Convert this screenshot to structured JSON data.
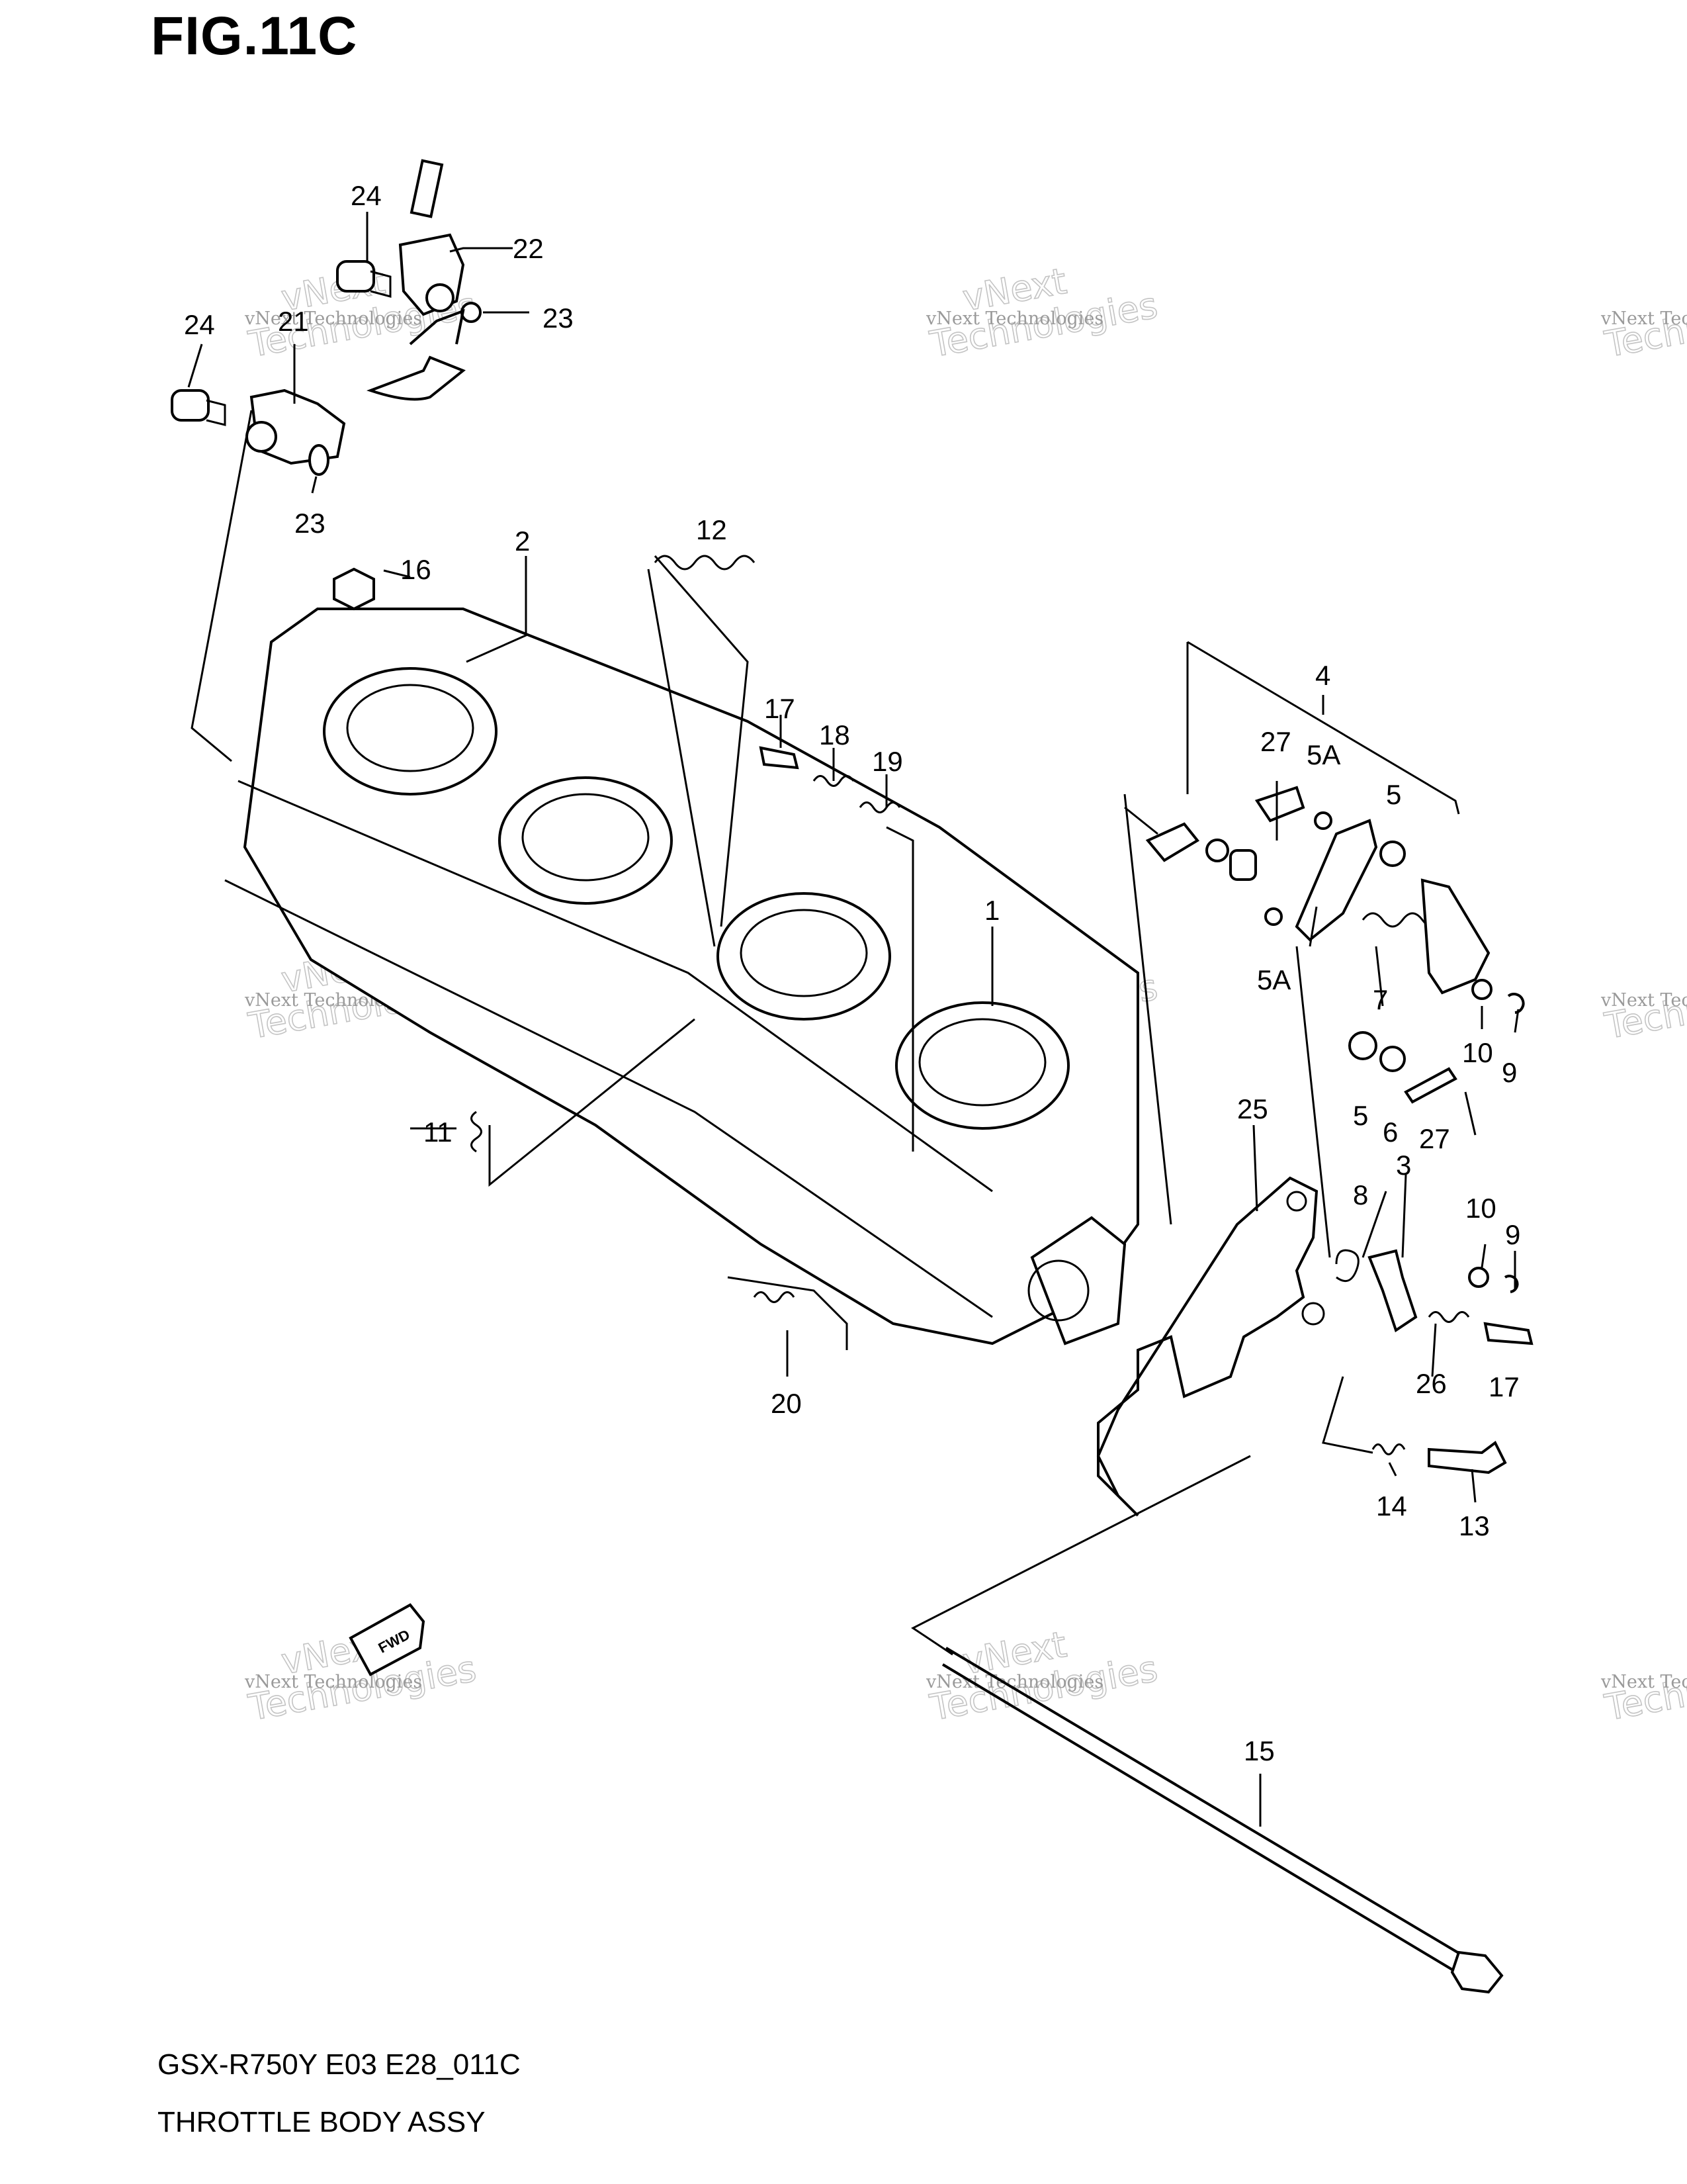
{
  "figure": {
    "title": "FIG.11C",
    "model_code": "GSX-R750Y E03 E28_011C",
    "assembly_name": "THROTTLE BODY ASSY",
    "fwd_label": "FWD"
  },
  "callouts": [
    {
      "id": "c1",
      "label": "1"
    },
    {
      "id": "c2",
      "label": "2"
    },
    {
      "id": "c3",
      "label": "3"
    },
    {
      "id": "c4",
      "label": "4"
    },
    {
      "id": "c5a-top",
      "label": "5A"
    },
    {
      "id": "c5a-mid",
      "label": "5A"
    },
    {
      "id": "c5-top",
      "label": "5"
    },
    {
      "id": "c5-bottom",
      "label": "5"
    },
    {
      "id": "c6",
      "label": "6"
    },
    {
      "id": "c7",
      "label": "7"
    },
    {
      "id": "c8",
      "label": "8"
    },
    {
      "id": "c9-top",
      "label": "9"
    },
    {
      "id": "c9-bottom",
      "label": "9"
    },
    {
      "id": "c10-top",
      "label": "10"
    },
    {
      "id": "c10-bottom",
      "label": "10"
    },
    {
      "id": "c11",
      "label": "11"
    },
    {
      "id": "c12",
      "label": "12"
    },
    {
      "id": "c13",
      "label": "13"
    },
    {
      "id": "c14",
      "label": "14"
    },
    {
      "id": "c15",
      "label": "15"
    },
    {
      "id": "c16",
      "label": "16"
    },
    {
      "id": "c17-top",
      "label": "17"
    },
    {
      "id": "c17-bottom",
      "label": "17"
    },
    {
      "id": "c18",
      "label": "18"
    },
    {
      "id": "c19",
      "label": "19"
    },
    {
      "id": "c20",
      "label": "20"
    },
    {
      "id": "c21",
      "label": "21"
    },
    {
      "id": "c22",
      "label": "22"
    },
    {
      "id": "c23-top",
      "label": "23"
    },
    {
      "id": "c23-bottom",
      "label": "23"
    },
    {
      "id": "c24-top",
      "label": "24"
    },
    {
      "id": "c24-left",
      "label": "24"
    },
    {
      "id": "c25",
      "label": "25"
    },
    {
      "id": "c26",
      "label": "26"
    },
    {
      "id": "c27-top",
      "label": "27"
    },
    {
      "id": "c27-bottom",
      "label": "27"
    }
  ],
  "watermark": {
    "line1": "vNext Technologies",
    "line2": "vNext",
    "line3": "Technologies"
  }
}
